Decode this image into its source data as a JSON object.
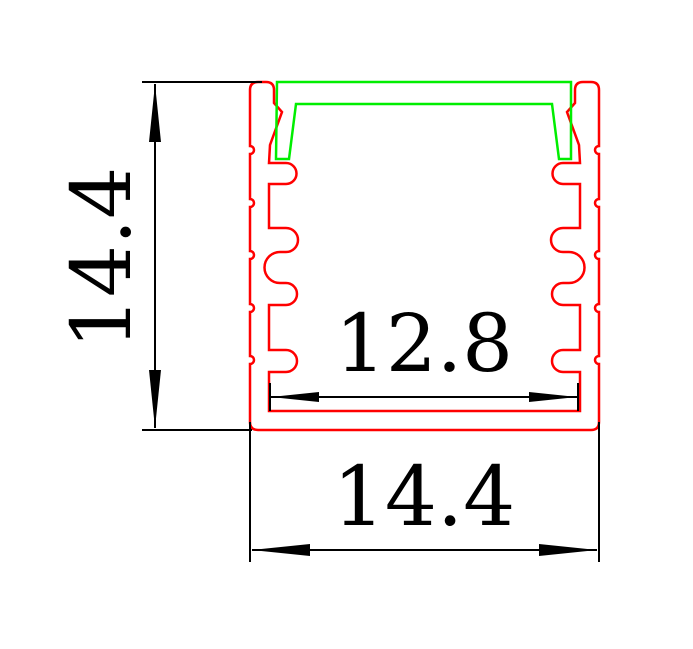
{
  "drawing": {
    "height_dimension": "14.4",
    "width_dimension": "14.4",
    "inner_width_dimension": "12.8"
  },
  "colors": {
    "profile": "#ff0000",
    "cover": "#00ee00",
    "dimension": "#000000"
  }
}
